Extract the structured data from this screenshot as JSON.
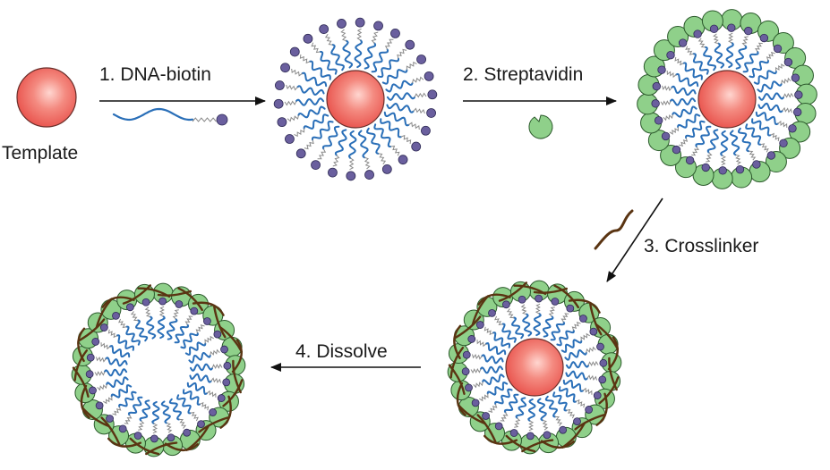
{
  "labels": {
    "template": "Template",
    "step1": "1. DNA-biotin",
    "step2": "2. Streptavidin",
    "step3": "3. Crosslinker",
    "step4": "4. Dissolve"
  },
  "colors": {
    "template_core": "#e8504a",
    "template_highlight": "#ffd6d0",
    "dna_strand": "#2a6fb8",
    "biotin": "#6a5f9e",
    "streptavidin": "#8fd08a",
    "streptavidin_edge": "#2c5a2c",
    "crosslinker": "#5a3412",
    "linker": "#8a8a8a",
    "arrow": "#111111"
  },
  "icons": {
    "template": "red-sphere-icon",
    "dna_biotin": "dna-biotin-strand-icon",
    "streptavidin": "streptavidin-icon",
    "crosslinker": "crosslinker-strand-icon"
  }
}
